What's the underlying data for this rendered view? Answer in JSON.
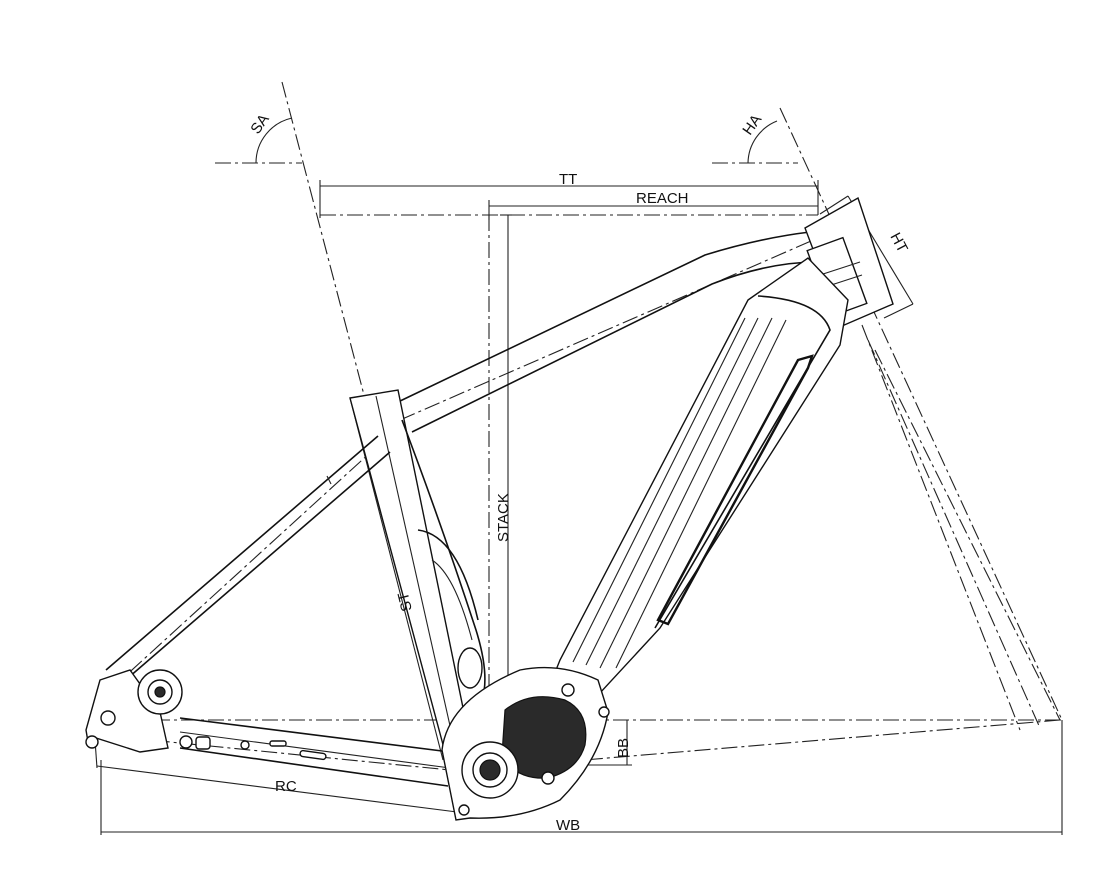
{
  "colors": {
    "line": "#111111",
    "background": "#ffffff"
  },
  "labels": {
    "sa": "SA",
    "ha": "HA",
    "tt": "TT",
    "reach": "REACH",
    "ht": "HT",
    "stack": "STACK",
    "st": "ST",
    "bb": "BB",
    "rc": "RC",
    "wb": "WB"
  }
}
